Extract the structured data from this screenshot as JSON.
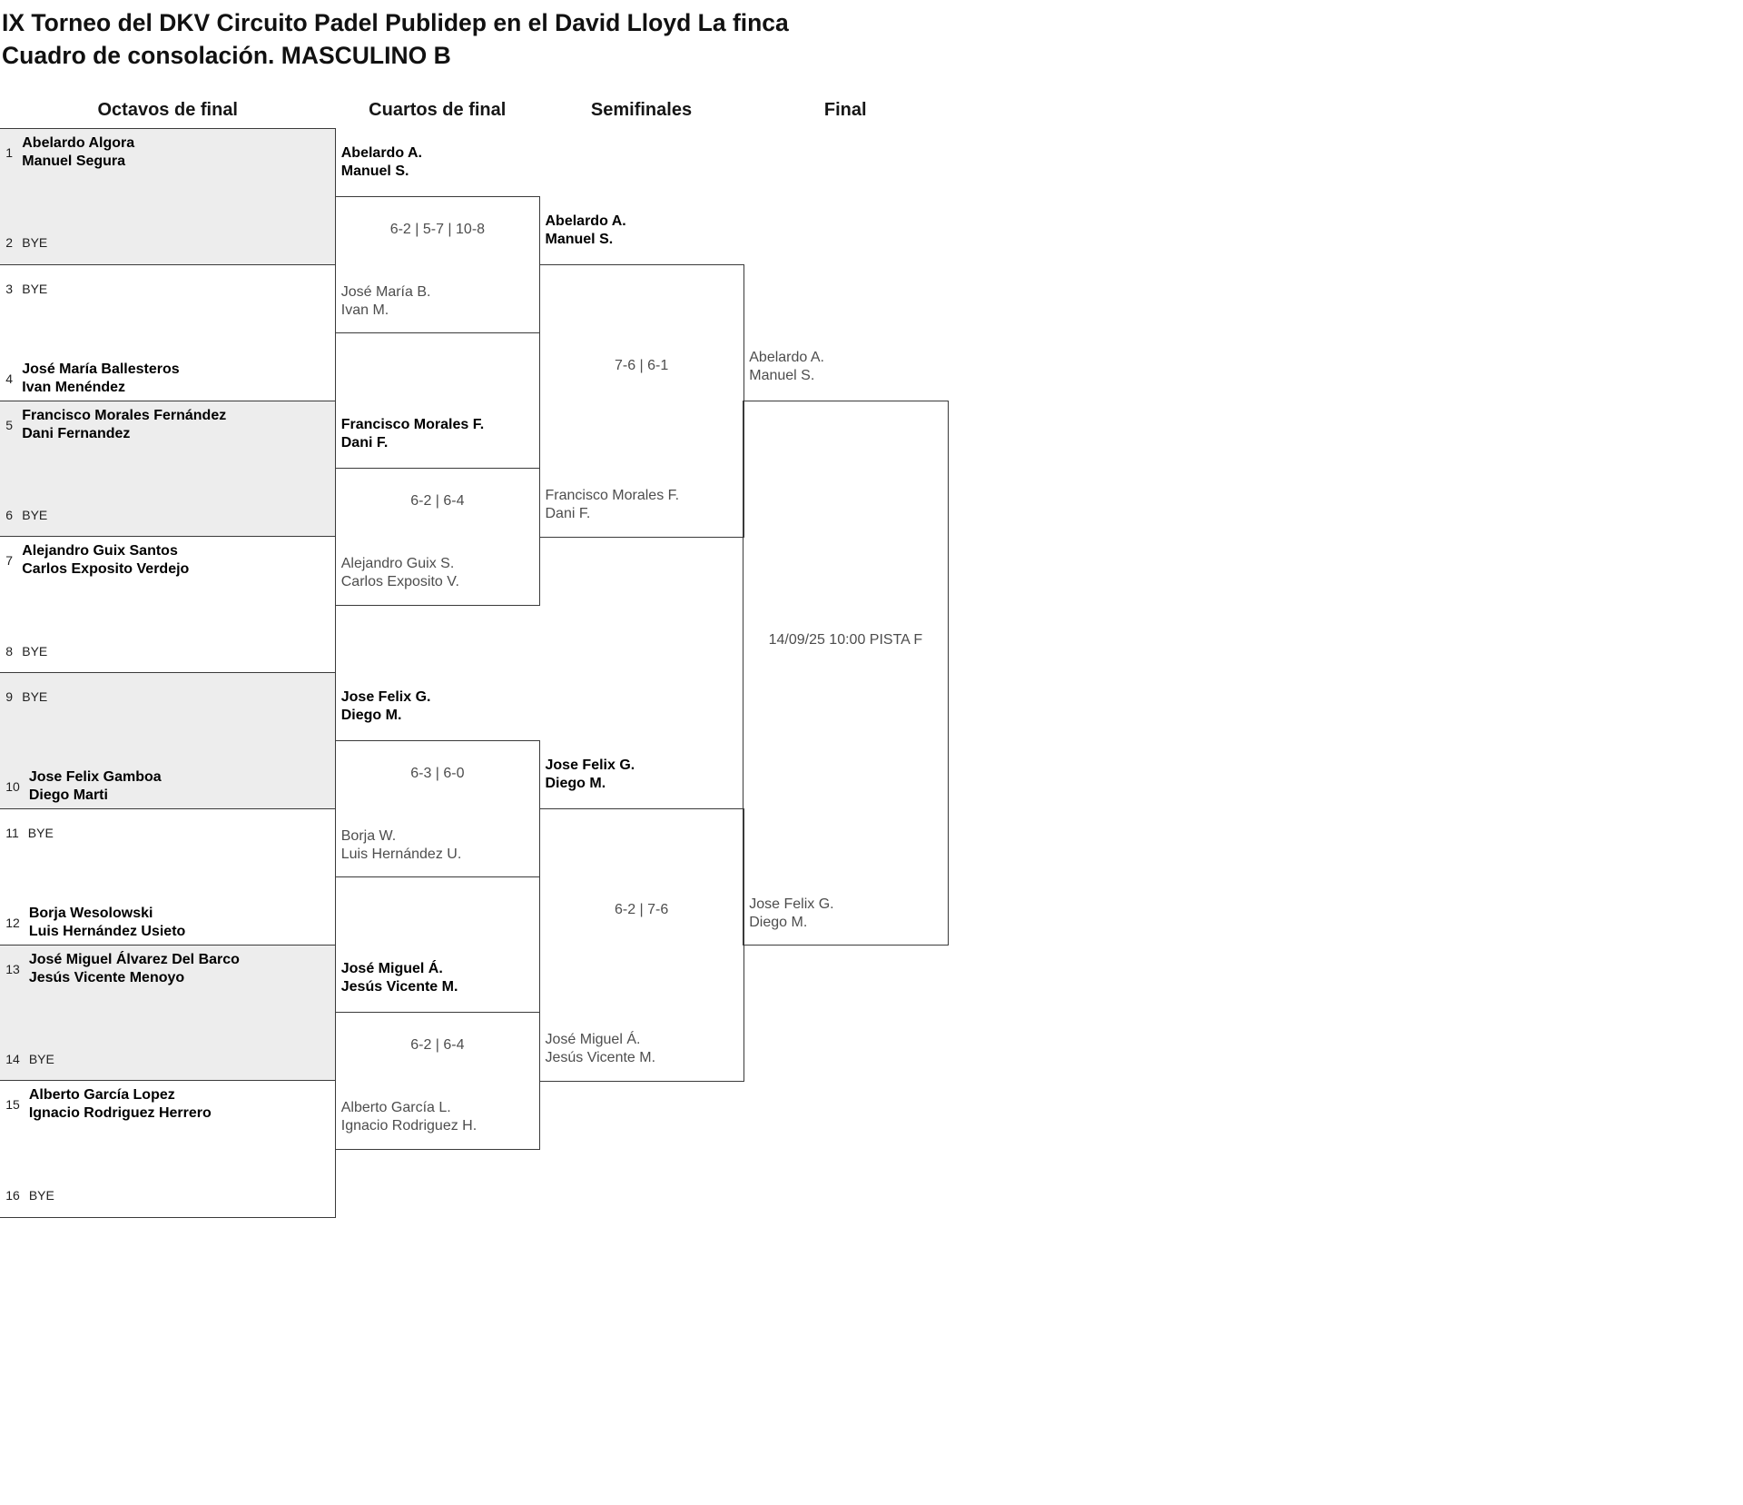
{
  "title": {
    "line1": "IX Torneo del DKV Circuito Padel Publidep en el David Lloyd La finca",
    "line2": "Cuadro de consolación. MASCULINO B"
  },
  "round_headers": [
    "Octavos de final",
    "Cuartos de final",
    "Semifinales",
    "Final"
  ],
  "octavos": [
    {
      "seed": "1",
      "line1": "Abelardo Algora",
      "line2": "Manuel Segura",
      "bye": false
    },
    {
      "seed": "2",
      "line1": "BYE",
      "bye": true
    },
    {
      "seed": "3",
      "line1": "BYE",
      "bye": true
    },
    {
      "seed": "4",
      "line1": "José María Ballesteros",
      "line2": "Ivan Menéndez",
      "bye": false
    },
    {
      "seed": "5",
      "line1": "Francisco Morales Fernández",
      "line2": "Dani Fernandez",
      "bye": false
    },
    {
      "seed": "6",
      "line1": "BYE",
      "bye": true
    },
    {
      "seed": "7",
      "line1": "Alejandro Guix Santos",
      "line2": "Carlos Exposito Verdejo",
      "bye": false
    },
    {
      "seed": "8",
      "line1": "BYE",
      "bye": true
    },
    {
      "seed": "9",
      "line1": "BYE",
      "bye": true
    },
    {
      "seed": "10",
      "line1": "Jose Felix Gamboa",
      "line2": "Diego Marti",
      "bye": false
    },
    {
      "seed": "11",
      "line1": "BYE",
      "bye": true
    },
    {
      "seed": "12",
      "line1": "Borja Wesolowski",
      "line2": "Luis Hernández Usieto",
      "bye": false
    },
    {
      "seed": "13",
      "line1": "José Miguel Álvarez Del Barco",
      "line2": "Jesús Vicente Menoyo",
      "bye": false
    },
    {
      "seed": "14",
      "line1": "BYE",
      "bye": true
    },
    {
      "seed": "15",
      "line1": "Alberto García Lopez",
      "line2": "Ignacio Rodriguez Herrero",
      "bye": false
    },
    {
      "seed": "16",
      "line1": "BYE",
      "bye": true
    }
  ],
  "cuartos": [
    {
      "team1": {
        "line1": "Abelardo A.",
        "line2": "Manuel S.",
        "winner": true
      },
      "score": "6-2 | 5-7 | 10-8",
      "team2": {
        "line1": "José María B.",
        "line2": "Ivan M.",
        "winner": false
      }
    },
    {
      "team1": {
        "line1": "Francisco Morales F.",
        "line2": "Dani F.",
        "winner": true
      },
      "score": "6-2 | 6-4",
      "team2": {
        "line1": "Alejandro Guix S.",
        "line2": "Carlos Exposito V.",
        "winner": false
      }
    },
    {
      "team1": {
        "line1": "Jose Felix G.",
        "line2": "Diego M.",
        "winner": true
      },
      "score": "6-3 | 6-0",
      "team2": {
        "line1": "Borja W.",
        "line2": "Luis Hernández U.",
        "winner": false
      }
    },
    {
      "team1": {
        "line1": "José Miguel Á.",
        "line2": "Jesús Vicente M.",
        "winner": true
      },
      "score": "6-2 | 6-4",
      "team2": {
        "line1": "Alberto García L.",
        "line2": "Ignacio Rodriguez H.",
        "winner": false
      }
    }
  ],
  "semifinales": [
    {
      "team1": {
        "line1": "Abelardo A.",
        "line2": "Manuel S.",
        "winner": true
      },
      "score": "7-6 | 6-1",
      "team2": {
        "line1": "Francisco Morales F.",
        "line2": "Dani F.",
        "winner": false
      }
    },
    {
      "team1": {
        "line1": "Jose Felix G.",
        "line2": "Diego M.",
        "winner": true
      },
      "score": "6-2 | 7-6",
      "team2": {
        "line1": "José Miguel Á.",
        "line2": "Jesús Vicente M.",
        "winner": false
      }
    }
  ],
  "final": {
    "team1": {
      "line1": "Abelardo A.",
      "line2": "Manuel S.",
      "winner": false
    },
    "schedule": "14/09/25 10:00 PISTA F",
    "team2": {
      "line1": "Jose Felix G.",
      "line2": "Diego M.",
      "winner": false
    }
  },
  "colors": {
    "background": "#ffffff",
    "bracket_line": "#3a3a3a",
    "box_fill_alt": "#ededed",
    "text_primary": "#000000",
    "text_muted": "#4d4d4d"
  }
}
